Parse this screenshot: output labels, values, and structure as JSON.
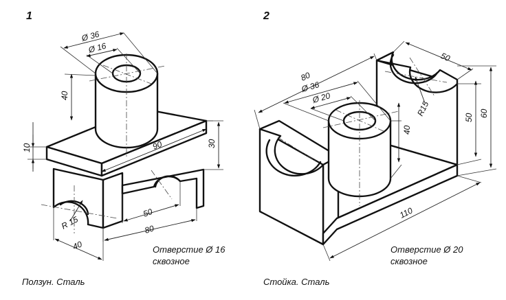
{
  "figures": [
    {
      "number": "1",
      "dimensions": {
        "d_outer": "Ø 36",
        "d_inner": "Ø 16",
        "boss_height": "40",
        "plate_thickness": "10",
        "plate_length": "90",
        "height": "30",
        "radius": "R 15",
        "depth": "40",
        "slot_width": "50",
        "base_length": "80"
      },
      "note_line1": "Отверстие Ø 16",
      "note_line2": "сквозное",
      "caption": "Ползун. Сталь"
    },
    {
      "number": "2",
      "dimensions": {
        "length": "80",
        "d_outer": "Ø 36",
        "d_inner": "Ø 20",
        "top_width": "50",
        "radius": "R15",
        "boss_height": "40",
        "inner_height": "50",
        "height": "60",
        "base_length": "110"
      },
      "note_line1": "Отверстие Ø 20",
      "note_line2": "сквозное",
      "caption": "Стойка. Сталь"
    }
  ]
}
